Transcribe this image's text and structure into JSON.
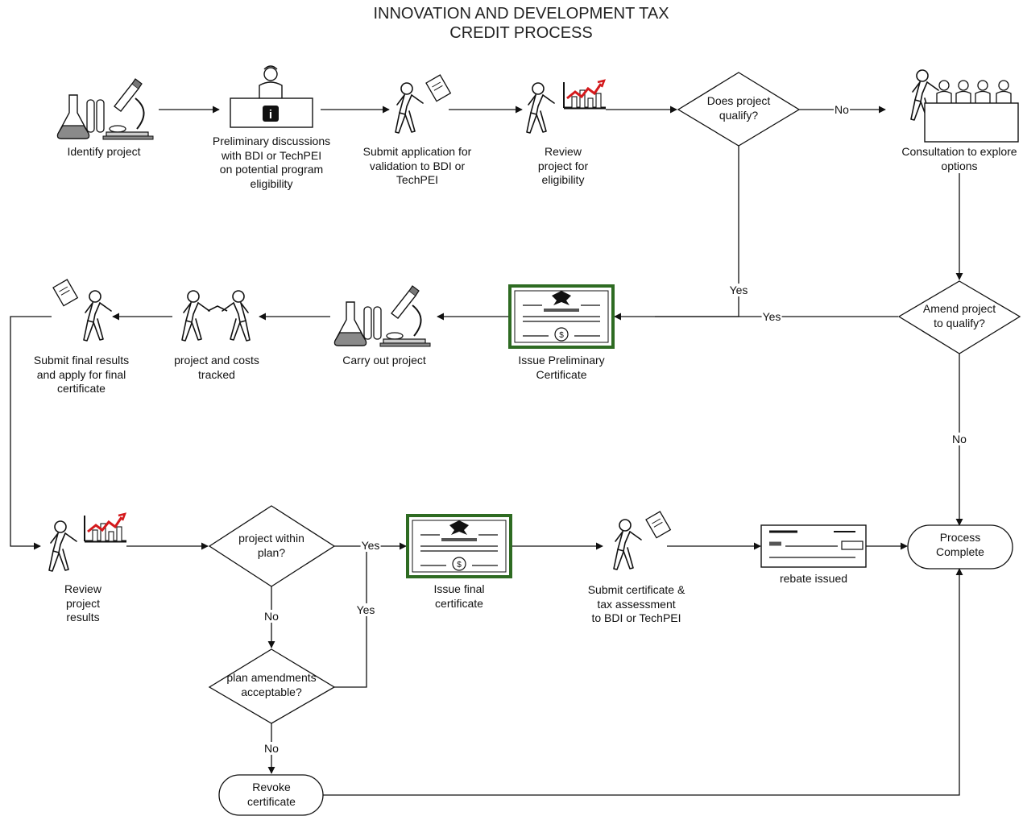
{
  "title": {
    "line1": "INNOVATION AND DEVELOPMENT TAX",
    "line2": "CREDIT PROCESS"
  },
  "nodes": {
    "identify": [
      "Identify project"
    ],
    "prelim": [
      "Preliminary discussions",
      "with BDI or TechPEI",
      "on potential program",
      "eligibility"
    ],
    "submit_app": [
      "Submit application for",
      "validation to BDI or",
      "TechPEI"
    ],
    "review_elig": [
      "Review",
      "project for",
      "eligibility"
    ],
    "does_qualify": [
      "Does project",
      "qualify?"
    ],
    "consultation": [
      "Consultation to explore",
      "options"
    ],
    "amend": [
      "Amend project",
      "to qualify?"
    ],
    "issue_prelim": [
      "Issue Preliminary",
      "Certificate"
    ],
    "carry_out": [
      "Carry out project"
    ],
    "tracked": [
      "project and costs",
      "tracked"
    ],
    "submit_final": [
      "Submit final results",
      "and apply for final",
      "certificate"
    ],
    "review_results": [
      "Review",
      "project",
      "results"
    ],
    "within_plan": [
      "project within",
      "plan?"
    ],
    "issue_final": [
      "Issue final",
      "certificate"
    ],
    "submit_cert": [
      "Submit certificate &",
      "tax assessment",
      "to BDI or TechPEI"
    ],
    "rebate": [
      "rebate issued"
    ],
    "complete": [
      "Process",
      "Complete"
    ],
    "amend_ok": [
      "plan amendments",
      "acceptable?"
    ],
    "revoke": [
      "Revoke",
      "certificate"
    ]
  },
  "edges": {
    "qualify_no": "No",
    "qualify_yes": "Yes",
    "amend_yes": "Yes",
    "amend_no": "No",
    "within_yes": "Yes",
    "within_no": "No",
    "amend_ok_yes": "Yes",
    "amend_ok_no": "No"
  },
  "colors": {
    "certificate_border": "#2e6b22",
    "chart_line": "#d4191c",
    "flask_fill": "#8a8a8a"
  },
  "icons": {
    "identify": "lab-microscope-icon",
    "prelim": "info-desk-icon",
    "submit_app": "person-with-document-icon",
    "review_elig": "person-with-chart-icon",
    "consultation": "meeting-icon",
    "issue_prelim": "certificate-icon",
    "carry_out": "lab-microscope-icon",
    "tracked": "handshake-icon",
    "submit_final": "person-with-document-icon",
    "review_results": "person-with-chart-icon",
    "issue_final": "certificate-icon",
    "submit_cert": "person-with-document-icon",
    "rebate": "cheque-icon"
  }
}
